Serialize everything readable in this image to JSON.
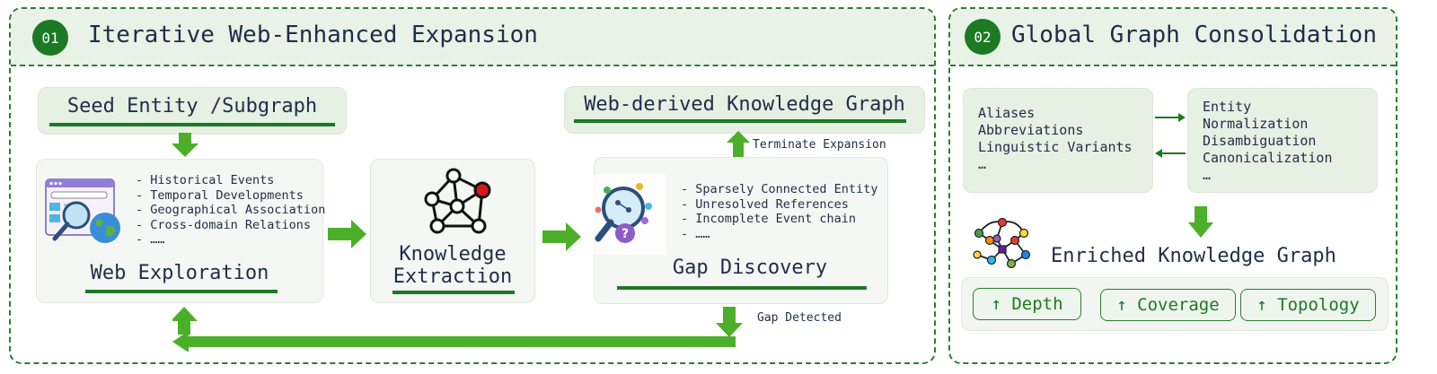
{
  "panel1": {
    "number": "01",
    "title": "Iterative Web-Enhanced Expansion",
    "seed": "Seed Entity /Subgraph",
    "web_exploration": {
      "title": "Web Exploration",
      "items": [
        "- Historical Events",
        "- Temporal Developments",
        "- Geographical Association",
        "- Cross-domain Relations",
        "- ……"
      ]
    },
    "knowledge_extraction": {
      "line1": "Knowledge",
      "line2": "Extraction"
    },
    "gap_discovery": {
      "title": "Gap Discovery",
      "items": [
        "- Sparsely Connected Entity",
        "- Unresolved References",
        "- Incomplete Event chain",
        "- ……"
      ]
    },
    "web_kg": "Web-derived Knowledge Graph",
    "terminate_label": "Terminate Expansion",
    "gap_label": "Gap Detected"
  },
  "panel2": {
    "number": "02",
    "title": "Global Graph Consolidation",
    "left_box": [
      "Aliases",
      "Abbreviations",
      "Linguistic Variants",
      "…"
    ],
    "right_box": [
      "Entity",
      "Normalization",
      "Disambiguation",
      "Canonicalization",
      "…"
    ],
    "enriched": "Enriched Knowledge Graph",
    "metrics": [
      "↑ Depth",
      "↑ Coverage",
      "↑ Topology"
    ]
  },
  "colors": {
    "accent": "#1b7a23",
    "arrow": "#4caf2a",
    "panel_bg": "#e8f2e6"
  },
  "icons": [
    "browser-globe-magnifier-icon",
    "knowledge-graph-icon",
    "gap-magnifier-question-icon",
    "colorful-graph-icon"
  ]
}
